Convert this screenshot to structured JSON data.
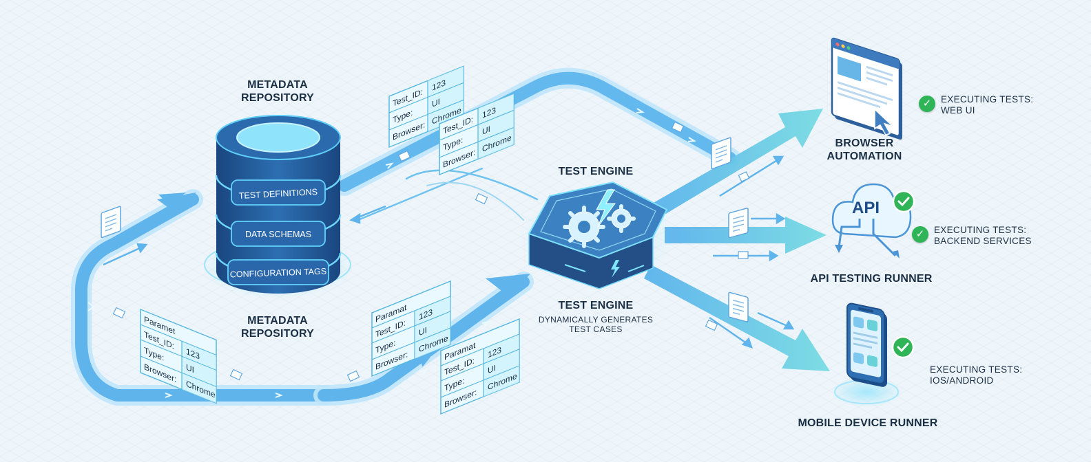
{
  "repository": {
    "title_top": [
      "METADATA",
      "REPOSITORY"
    ],
    "title_bottom": [
      "METADATA",
      "REPOSITORY"
    ],
    "layers": [
      "TEST DEFINITIONS",
      "DATA SCHEMAS",
      "CONFIGURATION TAGS"
    ]
  },
  "engine": {
    "title_top": "TEST ENGINE",
    "title_bottom": "TEST ENGINE",
    "subtitle": [
      "DYNAMICALLY GENERATES",
      "TEST CASES"
    ]
  },
  "cards": {
    "top": [
      {
        "rows": [
          [
            "Test_ID:",
            "123"
          ],
          [
            "Type:",
            "UI"
          ],
          [
            "Browser:",
            "Chrome"
          ]
        ]
      },
      {
        "rows": [
          [
            "Test_ID:",
            "123"
          ],
          [
            "Type:",
            "UI"
          ],
          [
            "Browser:",
            "Chrome"
          ]
        ]
      }
    ],
    "bottom": [
      {
        "header": "Paramet",
        "rows": [
          [
            "Test_ID:",
            "123"
          ],
          [
            "Type:",
            "UI"
          ],
          [
            "Browser:",
            "Chrome"
          ]
        ]
      },
      {
        "header": "Paramat",
        "rows": [
          [
            "Test_ID:",
            "123"
          ],
          [
            "Type:",
            "UI"
          ],
          [
            "Browser:",
            "Chrome"
          ]
        ]
      },
      {
        "header": "Paramat",
        "rows": [
          [
            "Test_ID:",
            "123"
          ],
          [
            "Type:",
            "UI"
          ],
          [
            "Browser:",
            "Chrome"
          ]
        ]
      }
    ]
  },
  "runners": [
    {
      "name": [
        "BROWSER",
        "AUTOMATION"
      ],
      "status": [
        "EXECUTING TESTS:",
        "WEB UI"
      ]
    },
    {
      "name": [
        "API TESTING RUNNER"
      ],
      "icon_text": "API",
      "status": [
        "EXECUTING TESTS:",
        "BACKEND SERVICES"
      ]
    },
    {
      "name": [
        "MOBILE DEVICE RUNNER"
      ],
      "status": [
        "EXECUTING TESTS:",
        "IOS/ANDROID"
      ]
    }
  ],
  "check_glyph": "✓",
  "colors": {
    "background": "#eef5fa",
    "flow": "#5fb4ec",
    "flow_light": "#bfe6fb",
    "db_dark": "#1d4d88",
    "db_mid": "#2f74b8",
    "db_glow": "#7fdcfb",
    "engine": "#2e6fae",
    "engine_top": "#4d96d4",
    "arrow": "#6ad1e0",
    "check": "#2fb457",
    "text": "#1b2f44"
  }
}
